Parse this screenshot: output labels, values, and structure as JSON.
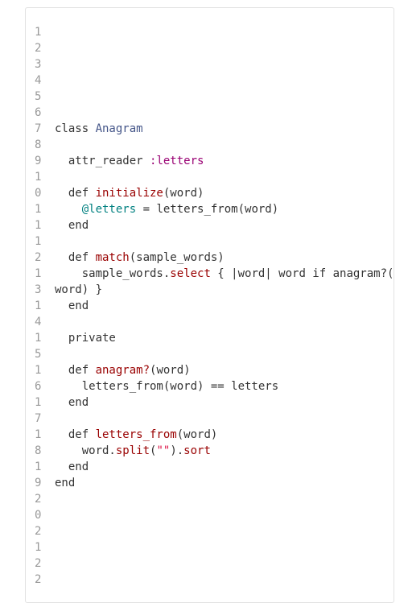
{
  "colors": {
    "keyword": "#333333",
    "constant": "#445588",
    "symbol": "#990073",
    "method": "#990000",
    "ivar": "#008080",
    "string": "#dd1144",
    "gutter": "#999999"
  },
  "editor": {
    "lines": [
      {
        "num": "1",
        "tokens": []
      },
      {
        "num": "2",
        "tokens": []
      },
      {
        "num": "3",
        "tokens": []
      },
      {
        "num": "4",
        "tokens": []
      },
      {
        "num": "5",
        "tokens": []
      },
      {
        "num": "6",
        "tokens": []
      },
      {
        "num": "7",
        "tokens": [
          {
            "t": "class "
          },
          {
            "t": "Anagram",
            "c": "constant"
          }
        ]
      },
      {
        "num": "8",
        "tokens": []
      },
      {
        "num": "9",
        "tokens": [
          {
            "t": "  attr_reader "
          },
          {
            "t": ":letters",
            "c": "symbol"
          }
        ]
      },
      {
        "num": "1",
        "tokens": []
      },
      {
        "num": "0",
        "tokens": [
          {
            "t": "  def "
          },
          {
            "t": "initialize",
            "c": "method"
          },
          {
            "t": "(word)"
          }
        ]
      },
      {
        "num": "1",
        "tokens": [
          {
            "t": "    "
          },
          {
            "t": "@letters",
            "c": "ivar"
          },
          {
            "t": " = letters_from(word)"
          }
        ]
      },
      {
        "num": "1",
        "tokens": [
          {
            "t": "  end"
          }
        ]
      },
      {
        "num": "1",
        "tokens": []
      },
      {
        "num": "2",
        "tokens": [
          {
            "t": "  def "
          },
          {
            "t": "match",
            "c": "method"
          },
          {
            "t": "(sample_words)"
          }
        ]
      },
      {
        "num": "1",
        "tokens": [
          {
            "t": "    sample_words."
          },
          {
            "t": "select",
            "c": "method"
          },
          {
            "t": " { |word| word if anagram?("
          }
        ]
      },
      {
        "num": "3",
        "tokens": [
          {
            "t": "word) }"
          }
        ]
      },
      {
        "num": "1",
        "tokens": [
          {
            "t": "  end"
          }
        ]
      },
      {
        "num": "4",
        "tokens": []
      },
      {
        "num": "1",
        "tokens": [
          {
            "t": "  private"
          }
        ]
      },
      {
        "num": "5",
        "tokens": []
      },
      {
        "num": "1",
        "tokens": [
          {
            "t": "  def "
          },
          {
            "t": "anagram?",
            "c": "method"
          },
          {
            "t": "(word)"
          }
        ]
      },
      {
        "num": "6",
        "tokens": [
          {
            "t": "    letters_from(word) == letters"
          }
        ]
      },
      {
        "num": "1",
        "tokens": [
          {
            "t": "  end"
          }
        ]
      },
      {
        "num": "7",
        "tokens": []
      },
      {
        "num": "1",
        "tokens": [
          {
            "t": "  def "
          },
          {
            "t": "letters_from",
            "c": "method"
          },
          {
            "t": "(word)"
          }
        ]
      },
      {
        "num": "8",
        "tokens": [
          {
            "t": "    word."
          },
          {
            "t": "split",
            "c": "method"
          },
          {
            "t": "("
          },
          {
            "t": "\"\"",
            "c": "string"
          },
          {
            "t": ")."
          },
          {
            "t": "sort",
            "c": "method"
          }
        ]
      },
      {
        "num": "1",
        "tokens": [
          {
            "t": "  end"
          }
        ]
      },
      {
        "num": "9",
        "tokens": [
          {
            "t": "end"
          }
        ]
      },
      {
        "num": "2",
        "tokens": []
      },
      {
        "num": "0",
        "tokens": []
      },
      {
        "num": "2",
        "tokens": []
      },
      {
        "num": "1",
        "tokens": []
      },
      {
        "num": "2",
        "tokens": []
      },
      {
        "num": "2",
        "tokens": []
      }
    ]
  }
}
